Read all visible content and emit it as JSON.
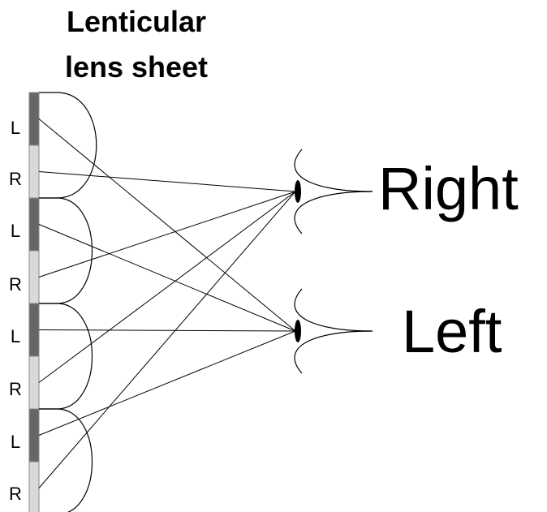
{
  "title": {
    "line1": "Lenticular",
    "line2": "lens sheet"
  },
  "strips": [
    "L",
    "R",
    "L",
    "R",
    "L",
    "R",
    "L",
    "R"
  ],
  "eyes": {
    "right": "Right",
    "left": "Left"
  },
  "colors": {
    "dark_strip": "#666666",
    "light_strip": "#d9d9d9",
    "stroke": "#000000"
  }
}
